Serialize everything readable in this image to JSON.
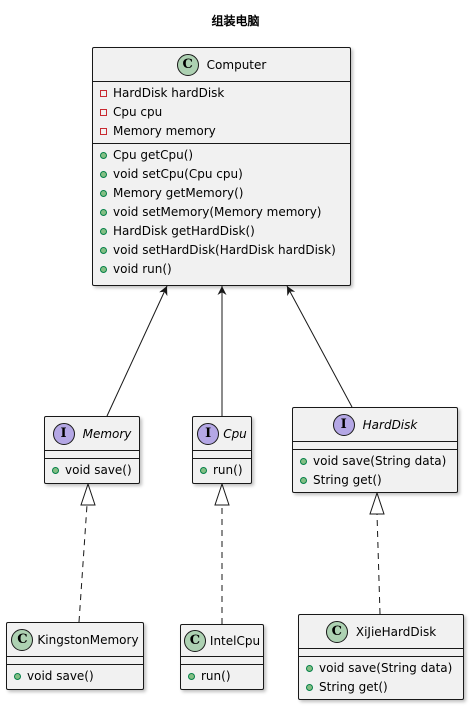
{
  "diagram": {
    "title": "组装电脑",
    "badges": {
      "class": "C",
      "interface": "I"
    },
    "computer": {
      "name": "Computer",
      "fields": [
        "HardDisk hardDisk",
        "Cpu cpu",
        "Memory memory"
      ],
      "methods": [
        "Cpu getCpu()",
        "void setCpu(Cpu cpu)",
        "Memory getMemory()",
        "void setMemory(Memory memory)",
        "HardDisk getHardDisk()",
        "void setHardDisk(HardDisk hardDisk)",
        "void run()"
      ]
    },
    "memory": {
      "name": "Memory",
      "methods": [
        "void save()"
      ]
    },
    "cpu": {
      "name": "Cpu",
      "methods": [
        "run()"
      ]
    },
    "hard_disk": {
      "name": "HardDisk",
      "methods": [
        "void save(String data)",
        "String get()"
      ]
    },
    "kingston_memory": {
      "name": "KingstonMemory",
      "methods": [
        "void save()"
      ]
    },
    "intel_cpu": {
      "name": "IntelCpu",
      "methods": [
        "run()"
      ]
    },
    "xijie_hard_disk": {
      "name": "XiJieHardDisk",
      "methods": [
        "void save(String data)",
        "String get()"
      ]
    },
    "colors": {
      "class_badge": "#add1b2",
      "interface_badge": "#b4a7e5",
      "box_fill": "#f1f1f1",
      "line": "#181818"
    }
  }
}
